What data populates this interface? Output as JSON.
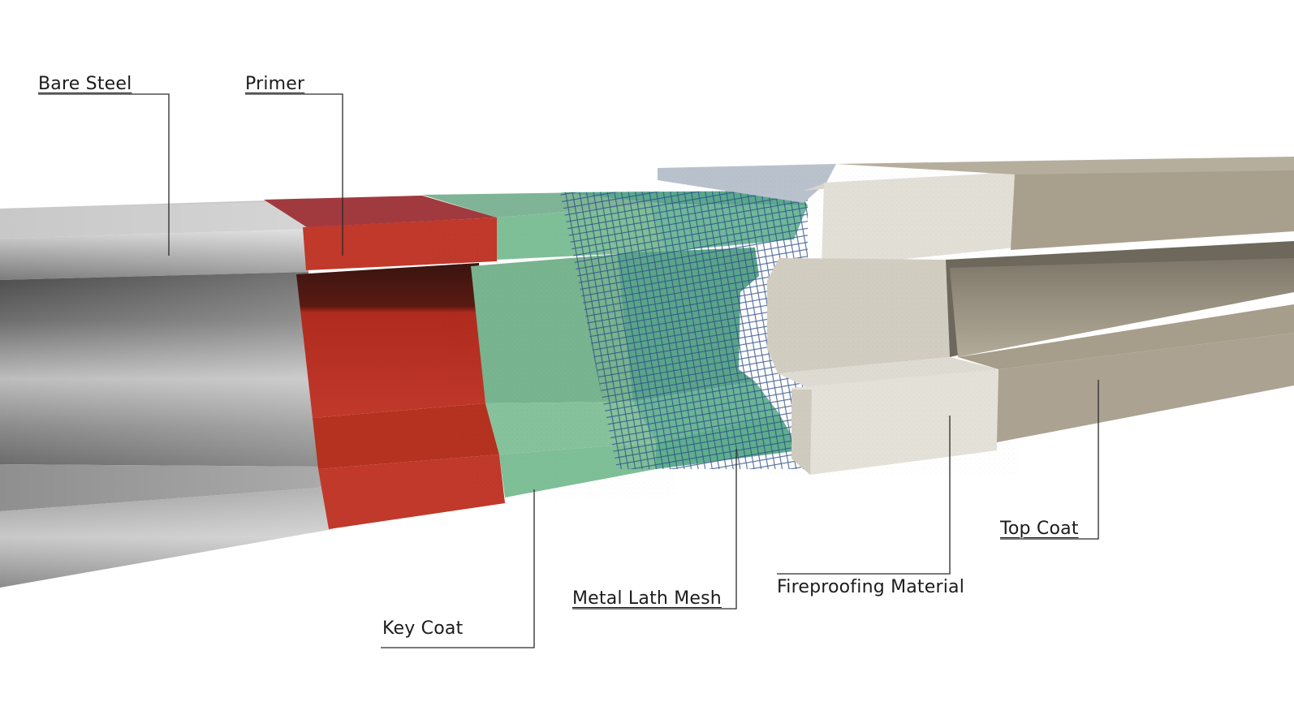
{
  "labels": {
    "bare_steel": "Bare Steel",
    "primer": "Primer",
    "key_coat": "Key Coat",
    "metal_lath_mesh": "Metal Lath Mesh",
    "fireproofing_material": "Fireproofing Material",
    "top_coat": "Top Coat"
  },
  "colors": {
    "steel": "#a9a9a9",
    "primer": "#c0392b",
    "key_coat": "#7fbf97",
    "mesh": "#2f4f8f",
    "fireproofing": "#e4e1d8",
    "top_coat": "#a89f8d",
    "leader_line": "#2a2a2a"
  }
}
